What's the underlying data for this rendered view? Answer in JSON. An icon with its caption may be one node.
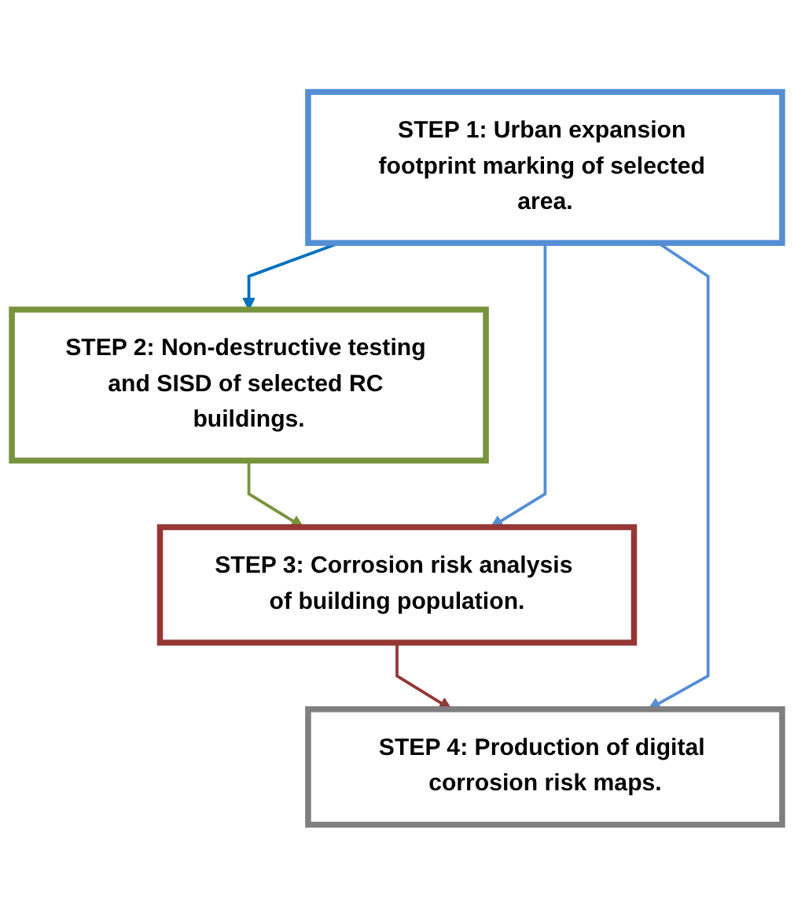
{
  "diagram": {
    "nodes": [
      {
        "text": [
          "STEP 1: Urban expansion footprint marking of selected area."
        ]
      },
      {
        "text": [
          "STEP 2: Non-destructive testing and SISD of selected RC buildings."
        ]
      },
      {
        "text": [
          "STEP 3: Corrosion risk analysis of building population."
        ]
      },
      {
        "text": [
          "STEP 4: Production of digital corrosion risk maps."
        ]
      }
    ],
    "edges": [
      {
        "from": 0,
        "to": 1,
        "arrow": "to",
        "color": "#0070c0"
      },
      {
        "from": 1,
        "to": 2,
        "arrow": "to",
        "color": "#77933c"
      },
      {
        "from": 2,
        "to": 3,
        "arrow": "to",
        "color": "#953735"
      },
      {
        "from": 0,
        "to": 3,
        "arrow": "to",
        "color": "#558ed5"
      },
      {
        "from": 0,
        "to": 2,
        "arrow": "to",
        "color": "#558ed5"
      }
    ]
  }
}
